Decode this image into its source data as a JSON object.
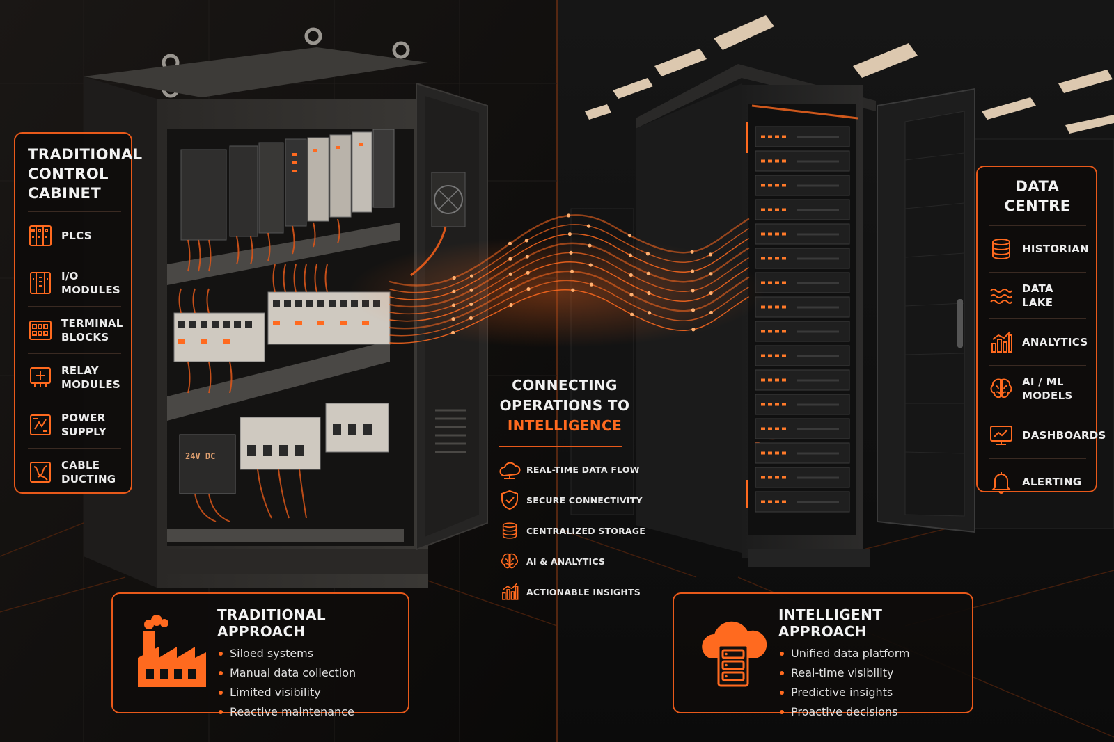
{
  "left_panel": {
    "title": "TRADITIONAL\nCONTROL\nCABINET",
    "items": [
      {
        "label": "PLCs",
        "icon": "plc-module-icon"
      },
      {
        "label": "I/O\nMODULES",
        "icon": "io-module-icon"
      },
      {
        "label": "TERMINAL\nBLOCKS",
        "icon": "terminal-block-icon"
      },
      {
        "label": "RELAY\nMODULES",
        "icon": "relay-module-icon"
      },
      {
        "label": "POWER\nSUPPLY",
        "icon": "power-supply-icon"
      },
      {
        "label": "CABLE\nDUCTING",
        "icon": "cable-ducting-icon"
      }
    ]
  },
  "right_panel": {
    "title": "DATA CENTRE",
    "items": [
      {
        "label": "HISTORIAN",
        "icon": "database-icon"
      },
      {
        "label": "DATA LAKE",
        "icon": "waves-icon"
      },
      {
        "label": "ANALYTICS",
        "icon": "bar-chart-icon"
      },
      {
        "label": "AI / ML\nMODELS",
        "icon": "brain-icon"
      },
      {
        "label": "DASHBOARDS",
        "icon": "dashboard-monitor-icon"
      },
      {
        "label": "ALERTING",
        "icon": "bell-icon"
      }
    ]
  },
  "center": {
    "title_line1": "CONNECTING",
    "title_line2": "OPERATIONS TO",
    "title_accent": "INTELLIGENCE",
    "features": [
      {
        "label": "REAL-TIME DATA FLOW",
        "icon": "cloud-icon"
      },
      {
        "label": "SECURE CONNECTIVITY",
        "icon": "shield-icon"
      },
      {
        "label": "CENTRALIZED STORAGE",
        "icon": "database-icon"
      },
      {
        "label": "AI & ANALYTICS",
        "icon": "brain-icon"
      },
      {
        "label": "ACTIONABLE INSIGHTS",
        "icon": "bar-chart-icon"
      }
    ]
  },
  "traditional_card": {
    "title": "TRADITIONAL APPROACH",
    "icon": "factory-icon",
    "bullets": [
      "Siloed systems",
      "Manual data collection",
      "Limited visibility",
      "Reactive maintenance"
    ]
  },
  "intelligent_card": {
    "title": "INTELLIGENT APPROACH",
    "icon": "cloud-server-icon",
    "bullets": [
      "Unified data platform",
      "Real-time visibility",
      "Predictive insights",
      "Proactive decisions"
    ]
  },
  "cabinet_labels": {
    "psu_label": "24V DC"
  },
  "colors": {
    "accent": "#ff6a1f",
    "panel_border": "#e8591a",
    "background": "#0b0b0b"
  }
}
